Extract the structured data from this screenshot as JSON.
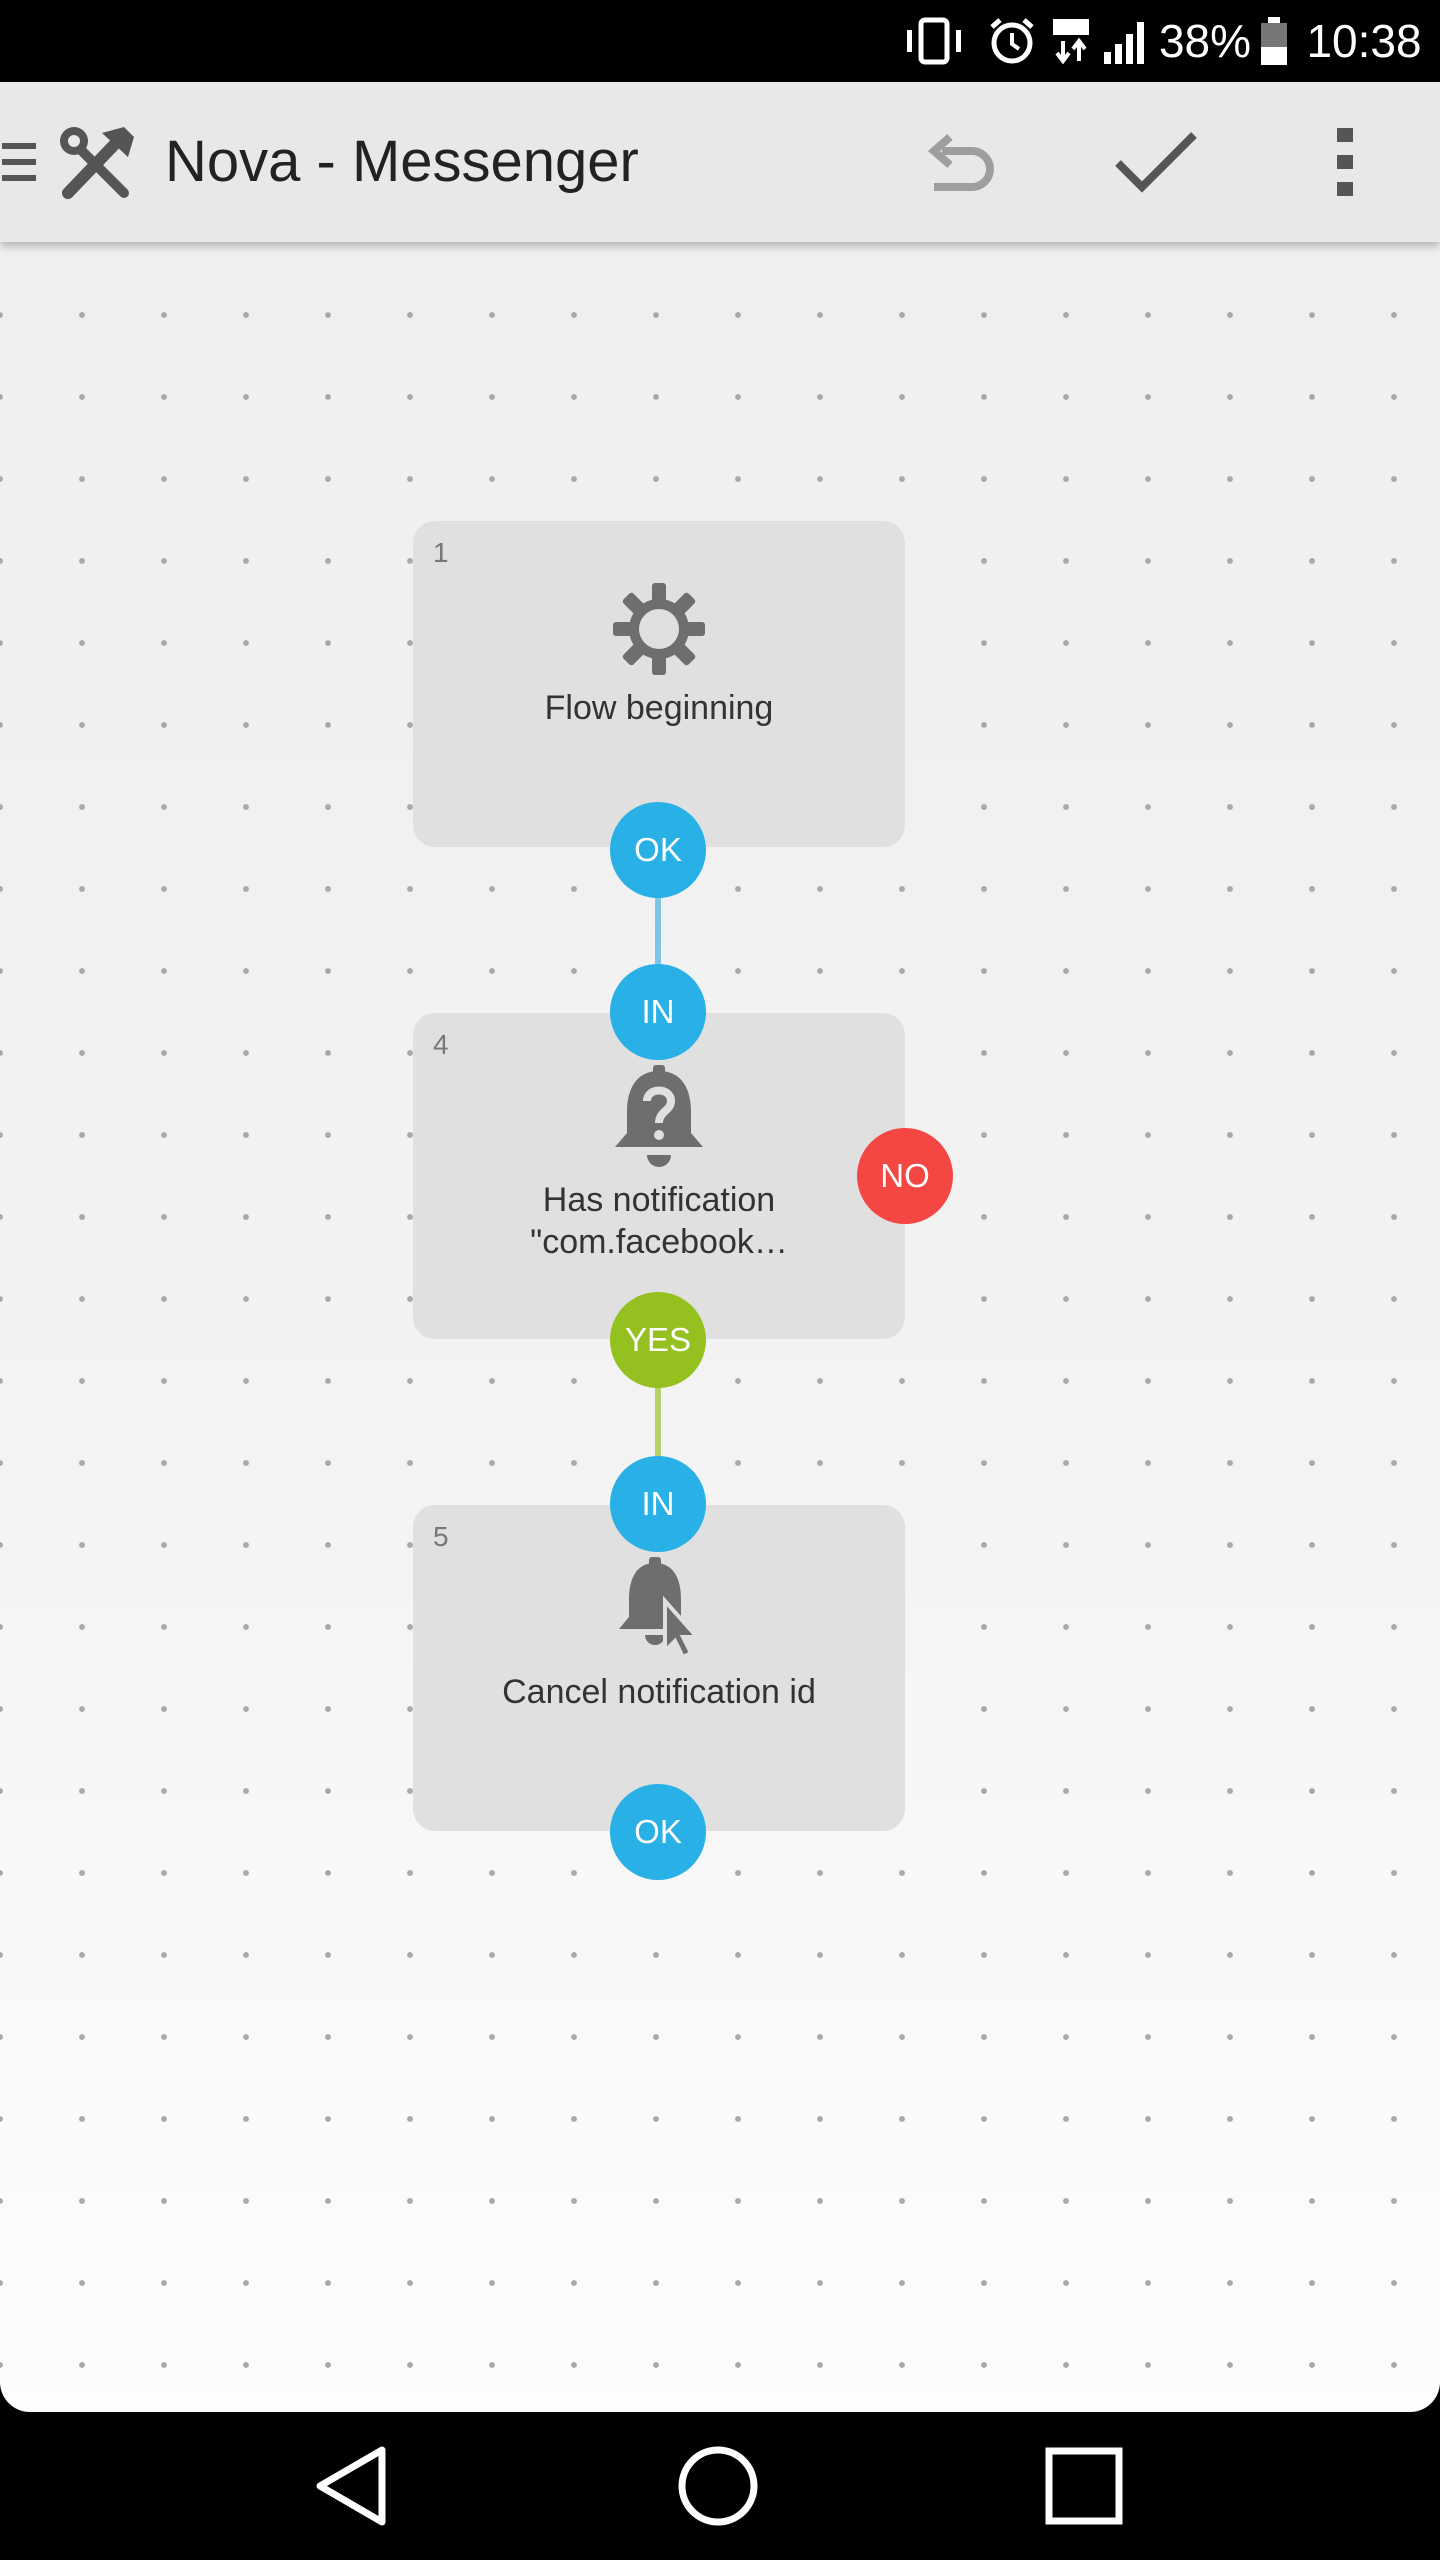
{
  "status_bar": {
    "battery_percent": "38%",
    "time": "10:38",
    "icons": [
      "vibrate-icon",
      "alarm-icon",
      "lte-data-icon",
      "signal-icon",
      "battery-icon"
    ]
  },
  "app_bar": {
    "title": "Nova - Messenger",
    "icons": [
      "drawer-menu-icon",
      "tools-icon",
      "undo-icon",
      "check-icon",
      "overflow-menu-icon"
    ]
  },
  "flow": {
    "nodes": [
      {
        "number": "1",
        "icon": "gear-icon",
        "label": "Flow beginning",
        "output_port": "OK"
      },
      {
        "number": "4",
        "icon": "bell-question-icon",
        "label_line1": "Has notification",
        "label_line2": "\"com.facebook…",
        "input_port": "IN",
        "yes_port": "YES",
        "no_port": "NO"
      },
      {
        "number": "5",
        "icon": "bell-cursor-icon",
        "label": "Cancel notification id",
        "input_port": "IN",
        "output_port": "OK"
      }
    ],
    "colors": {
      "port_blue": "#29b0e6",
      "port_green": "#94c11f",
      "port_red": "#f44642",
      "node_bg": "#e0e0e0"
    }
  },
  "nav_bar": {
    "icons": [
      "back-icon",
      "home-icon",
      "recents-icon"
    ]
  }
}
